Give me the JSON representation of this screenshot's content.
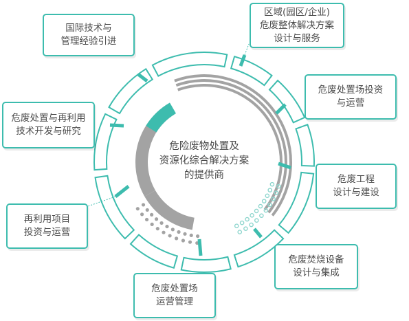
{
  "center": {
    "lines": [
      "危险废物处置及",
      "资源化综合解决方案",
      "的提供商"
    ]
  },
  "services": [
    {
      "lines": [
        "国际技术与",
        "管理经验引进"
      ]
    },
    {
      "lines": [
        "区域(园区/企业)",
        "危废整体解决方案",
        "设计与服务"
      ]
    },
    {
      "lines": [
        "危废处置场投资",
        "与运营"
      ]
    },
    {
      "lines": [
        "危废工程",
        "设计与建设"
      ]
    },
    {
      "lines": [
        "危废焚烧设备",
        "设计与集成"
      ]
    },
    {
      "lines": [
        "危废处置场",
        "运营管理"
      ]
    },
    {
      "lines": [
        "再利用项目",
        "投资与运营"
      ]
    },
    {
      "lines": [
        "危废处置与再利用",
        "技术开发与研究"
      ]
    }
  ],
  "colors": {
    "teal": "#3dbcae",
    "gray": "#a3a3a3",
    "light_teal": "#8fd6ce",
    "text": "#4a4a4a"
  }
}
